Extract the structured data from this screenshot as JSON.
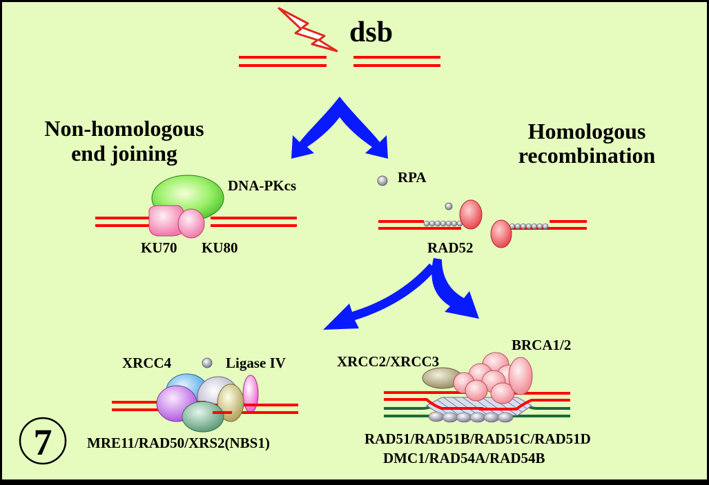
{
  "title": "dsb",
  "pathways": {
    "nhej": {
      "line1": "Non-homologous",
      "line2": "end joining"
    },
    "hr": {
      "line1": "Homologous",
      "line2": "recombination"
    }
  },
  "proteins": {
    "dna_pkcs": "DNA-PKcs",
    "ku70": "KU70",
    "ku80": "KU80",
    "rpa": "RPA",
    "rad52": "RAD52",
    "xrcc4": "XRCC4",
    "ligase_iv": "Ligase IV",
    "mre11_complex": "MRE11/RAD50/XRS2(NBS1)",
    "xrcc2_xrcc3": "XRCC2/XRCC3",
    "brca": "BRCA1/2",
    "rad51_family": "RAD51/RAD51B/RAD51C/RAD51D",
    "dmc1_rad54": "DMC1/RAD54A/RAD54B"
  },
  "slide_number": "7",
  "colors": {
    "background": "#E6FBBE",
    "dna_strand": "#FF0000",
    "arrow": "#0A1AFF",
    "homolog_strand": "#1A6B3A"
  }
}
